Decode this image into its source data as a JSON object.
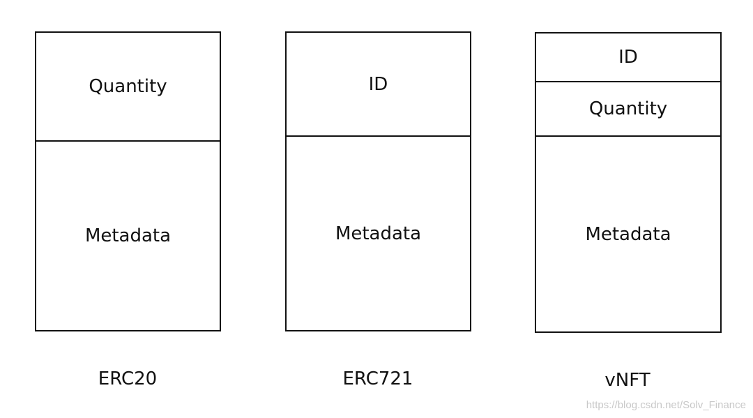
{
  "tokens": [
    {
      "caption": "ERC20",
      "fields": [
        "Quantity",
        "Metadata"
      ]
    },
    {
      "caption": "ERC721",
      "fields": [
        "ID",
        "Metadata"
      ]
    },
    {
      "caption": "vNFT",
      "fields": [
        "ID",
        "Quantity",
        "Metadata"
      ]
    }
  ],
  "watermark": "https://blog.csdn.net/Solv_Finance"
}
